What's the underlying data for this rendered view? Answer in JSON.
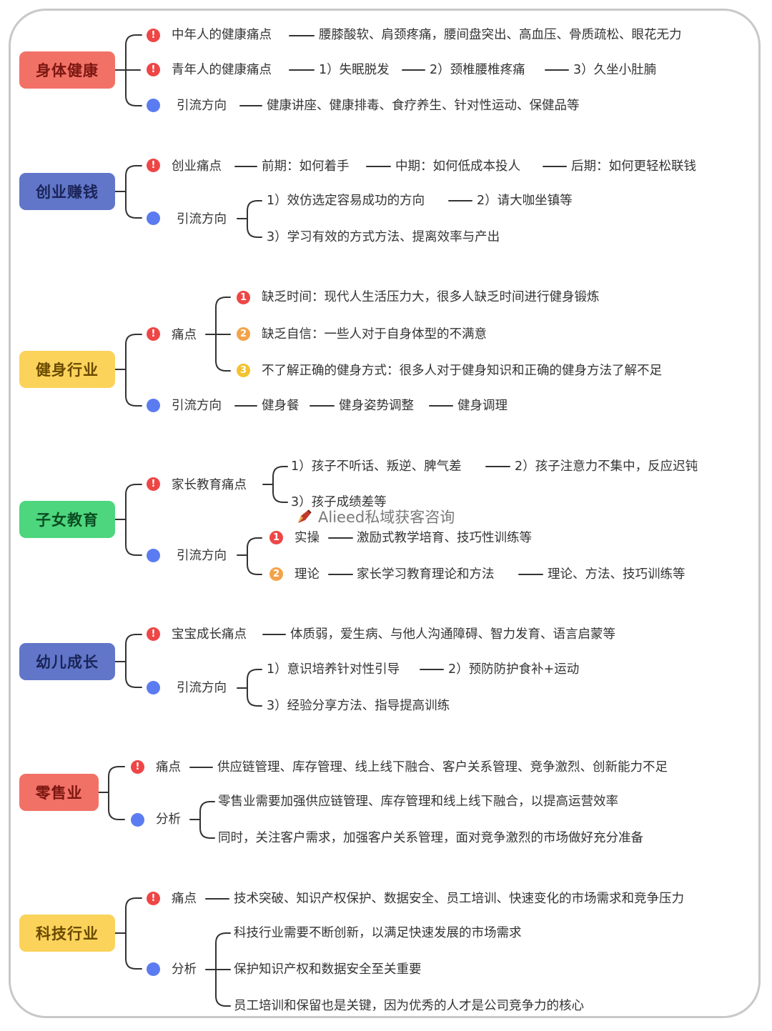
{
  "colors": {
    "red_root": "#f27167",
    "blue_root": "#6176c9",
    "yellow_root": "#fbd35b",
    "green_root": "#4dd67d",
    "alert": "#ee4646",
    "bullet": "#5b7cf0",
    "line": "#333333"
  },
  "sections": [
    {
      "title": "身体健康",
      "rows": [
        "中年人的健康痛点",
        "腰膝酸软、肩颈疼痛，腰间盘突出、高血压、骨质疏松、眼花无力",
        "青年人的健康痛点",
        "1）失眠脱发",
        "2）颈椎腰椎疼痛",
        "3）久坐小肚腩",
        "引流方向",
        "健康讲座、健康排毒、食疗养生、针对性运动、保健品等"
      ]
    },
    {
      "title": "创业赚钱",
      "rows": [
        "创业痛点",
        "前期：如何着手",
        "中期：如何低成本投人",
        "后期：如何更轻松联钱",
        "引流方向",
        "1）效仿选定容易成功的方向",
        "2）请大咖坐镇等",
        "3）学习有效的方式方法、提离效率与产出"
      ]
    },
    {
      "title": "健身行业",
      "rows": [
        "痛点",
        "缺乏时间：现代人生活压力大，很多人缺乏时间进行健身锻炼",
        "缺乏自信：一些人对于自身体型的不满意",
        "不了解正确的健身方式：很多人对于健身知识和正确的健身方法了解不足",
        "引流方向",
        "健身餐",
        "健身姿势调整",
        "健身调理"
      ]
    },
    {
      "title": "子女教育",
      "rows": [
        "家长教育痛点",
        "1）孩子不听话、叛逆、脾气差",
        "2）孩子注意力不集中，反应迟钝",
        "3）孩子成绩差等",
        "引流方向",
        "实操",
        "激励式教学培育、技巧性训练等",
        "理论",
        "家长学习教育理论和方法",
        "理论、方法、技巧训练等"
      ]
    },
    {
      "title": "幼儿成长",
      "rows": [
        "宝宝成长痛点",
        "体质弱，爱生病、与他人沟通障碍、智力发育、语言启蒙等",
        "引流方向",
        "1）意识培养针对性引导",
        "2）预防防护食补+运动",
        "3）经验分享方法、指导提高训练"
      ]
    },
    {
      "title": "零售业",
      "rows": [
        "痛点",
        "供应链管理、库存管理、线上线下融合、客户关系管理、竞争激烈、创新能力不足",
        "分析",
        "零售业需要加强供应链管理、库存管理和线上线下融合，以提高运营效率",
        "同时，关注客户需求，加强客户关系管理，面对竞争激烈的市场做好充分准备"
      ]
    },
    {
      "title": "科技行业",
      "rows": [
        "痛点",
        "技术突破、知识产权保护、数据安全、员工培训、快速变化的市场需求和竞争压力",
        "分析",
        "科技行业需要不断创新，以满足快速发展的市场需求",
        "保护知识产权和数据安全至关重要",
        "员工培训和保留也是关键，因为优秀的人才是公司竞争力的核心"
      ]
    }
  ],
  "markers": {
    "alert": "!",
    "n1": "1",
    "n2": "2",
    "n3": "3"
  },
  "watermark": "Alieed私域获客咨询"
}
